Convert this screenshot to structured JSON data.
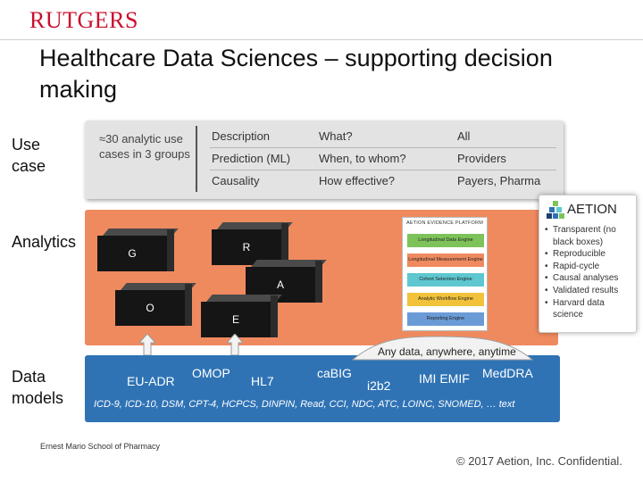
{
  "header": {
    "logo_text": "RUTGERS"
  },
  "title": "Healthcare Data Sciences – supporting decision making",
  "row_labels": {
    "use_case": "Use case",
    "analytics": "Analytics",
    "data_models": "Data models"
  },
  "use_case": {
    "intro": "≈30 analytic use cases in 3 groups",
    "rows": [
      {
        "c1": "Description",
        "c2": "What?",
        "c3": "All"
      },
      {
        "c1": "Prediction (ML)",
        "c2": "When, to whom?",
        "c3": "Providers"
      },
      {
        "c1": "Causality",
        "c2": "How effective?",
        "c3": "Payers, Pharma"
      }
    ]
  },
  "analytics": {
    "cubes": [
      "G",
      "R",
      "A",
      "O",
      "E"
    ],
    "platform": {
      "title": "AETION EVIDENCE PLATFORM",
      "engines": [
        {
          "label": "Longitudinal Data Engine",
          "color": "#7dc35a"
        },
        {
          "label": "Longitudinal Measurement Engine",
          "color": "#ef8a5f"
        },
        {
          "label": "Cohort Selection Engine",
          "color": "#5ec7d0"
        },
        {
          "label": "Analytic Workflow Engine",
          "color": "#f2c23a"
        },
        {
          "label": "Reporting Engine",
          "color": "#6b9bd6"
        }
      ]
    },
    "bubble_text": "Any data, anywhere, anytime"
  },
  "aetion": {
    "name": "AETION",
    "features": [
      "Transparent (no black boxes)",
      "Reproducible",
      "Rapid-cycle",
      "Causal analyses",
      "Validated results",
      "Harvard data science"
    ]
  },
  "data_models": {
    "items": [
      "EU-ADR",
      "OMOP",
      "HL7",
      "caBIG",
      "i2b2",
      "IMI EMIF",
      "MedDRA"
    ],
    "codes": "ICD-9, ICD-10, DSM, CPT-4, HCPCS, DINPIN, Read, CCI, NDC, ATC, LOINC, SNOMED, … text"
  },
  "footer": {
    "left": "Ernest Mario School of Pharmacy",
    "right": "© 2017 Aetion, Inc. Confidential."
  },
  "colors": {
    "rutgers_red": "#c8102e",
    "use_case_bg": "#e3e3e3",
    "analytics_bg": "#ef8a5f",
    "data_models_bg": "#2f73b5"
  }
}
